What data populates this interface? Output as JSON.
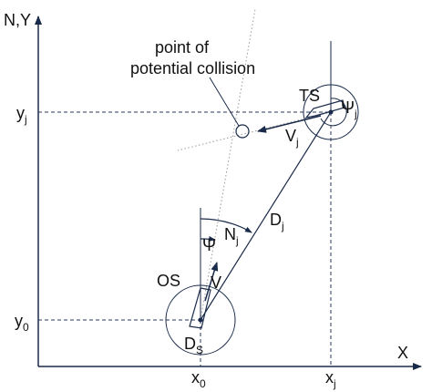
{
  "axes": {
    "y_label": "N,Y",
    "x_label": "X"
  },
  "annotation": {
    "line1": "point of",
    "line2": "potential collision"
  },
  "ticks": {
    "yj": {
      "base": "y",
      "sub": "j"
    },
    "y0": {
      "base": "y",
      "sub": "0"
    },
    "x0": {
      "base": "x",
      "sub": "0"
    },
    "xj": {
      "base": "x",
      "sub": "j"
    }
  },
  "labels": {
    "ts": "TS",
    "os": "OS",
    "psi_j": {
      "base": "Ψ",
      "sub": "j"
    },
    "v_j": {
      "base": "V",
      "sub": "j"
    },
    "d_j": {
      "base": "D",
      "sub": "j"
    },
    "n_j": {
      "base": "N",
      "sub": "j"
    },
    "psi": "Ψ",
    "v": "V",
    "d_s": {
      "base": "D",
      "sub": "S"
    }
  }
}
